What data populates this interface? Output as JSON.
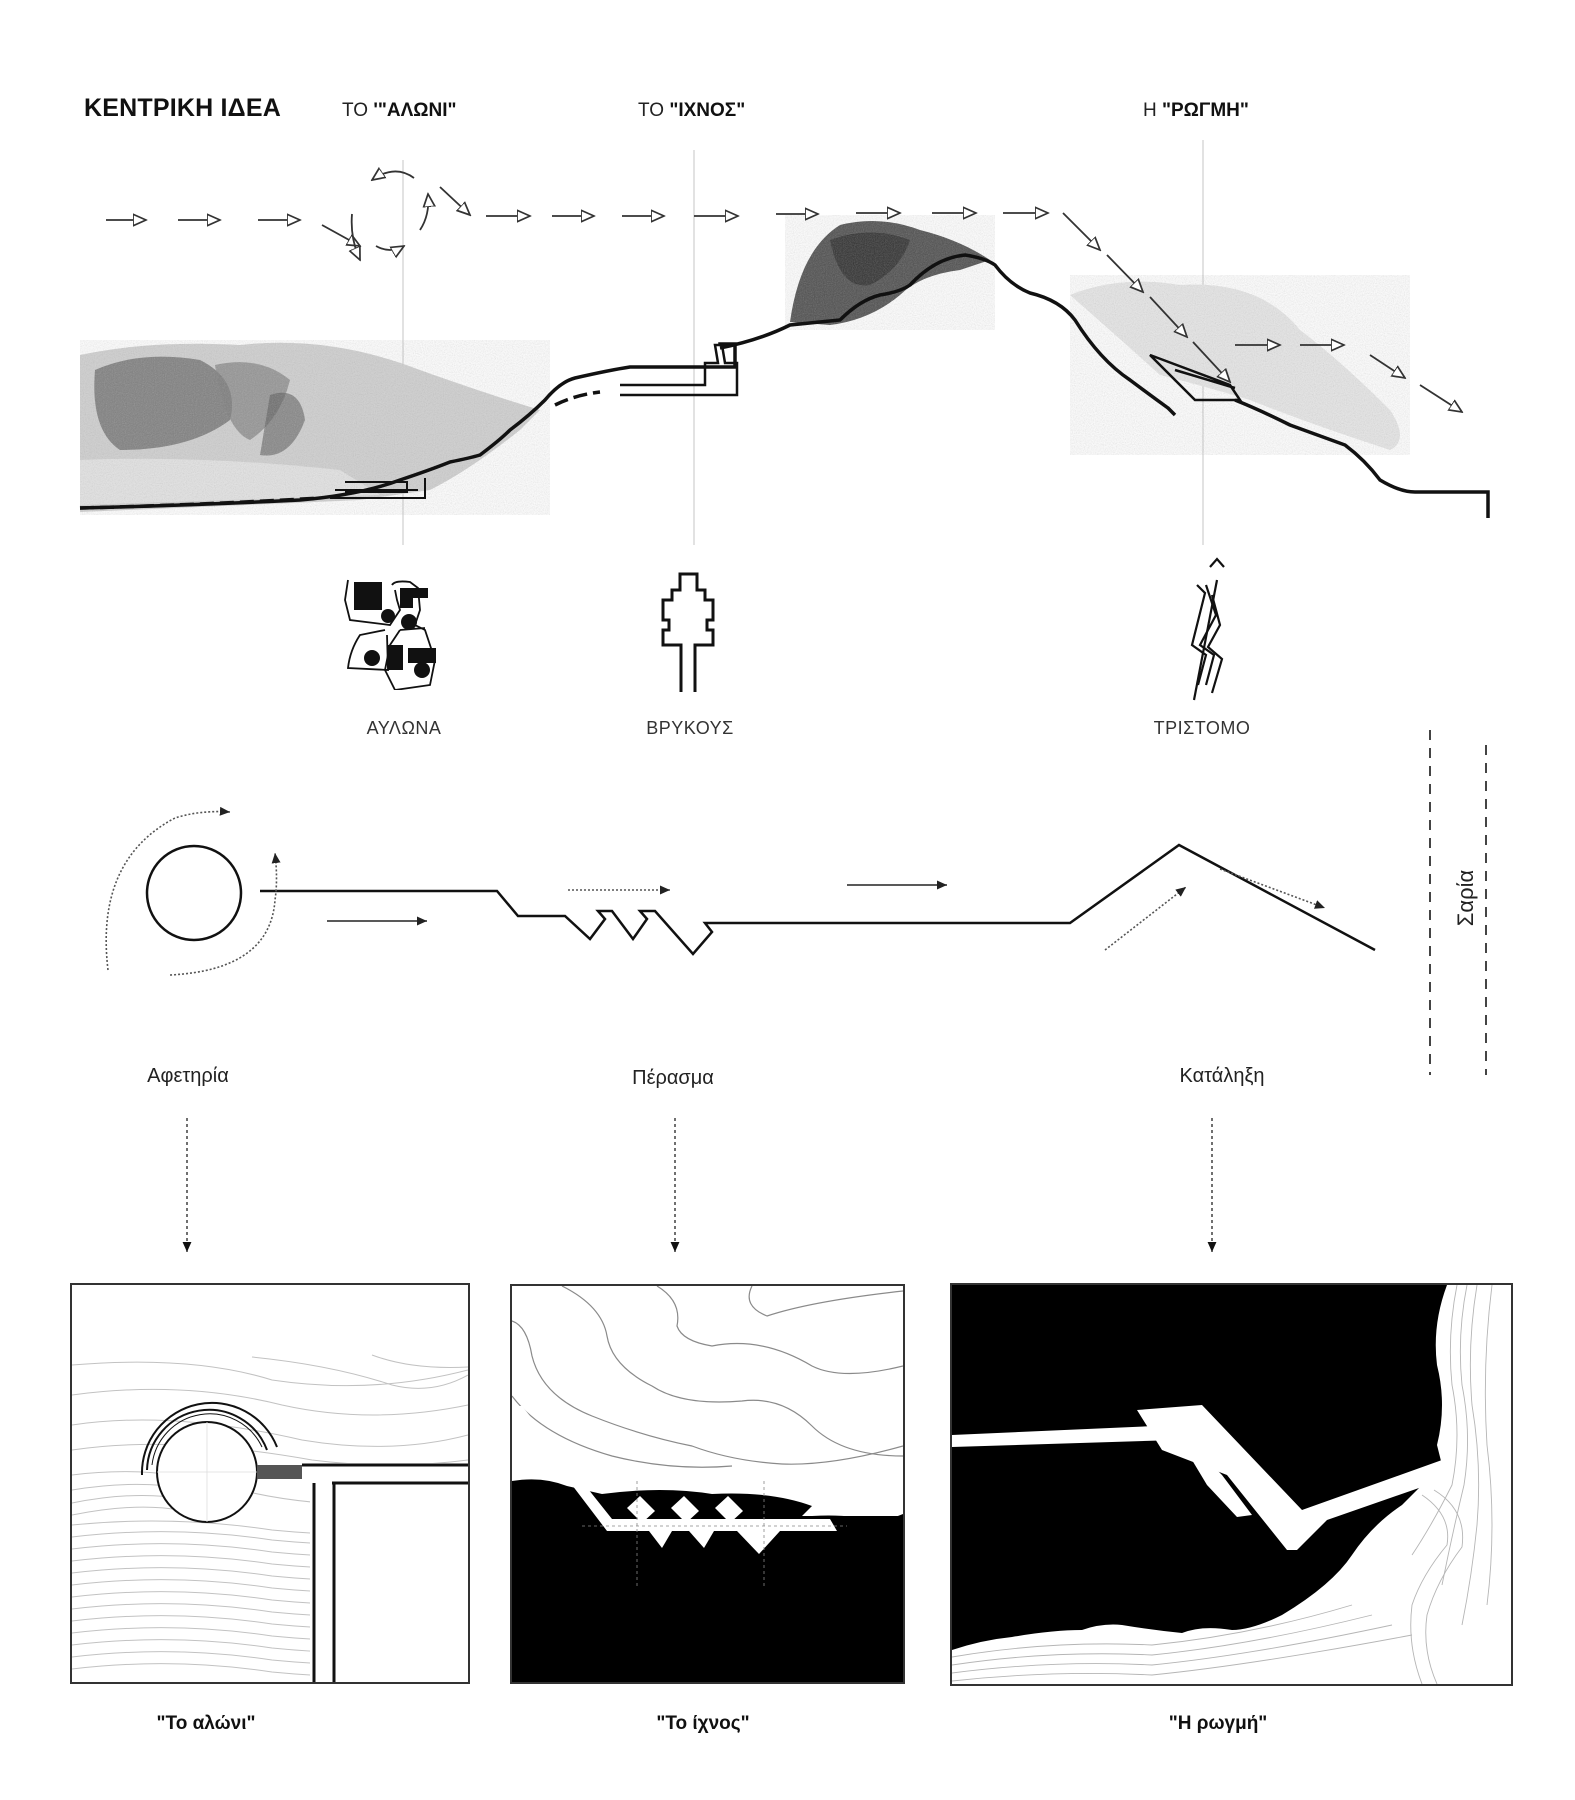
{
  "header": {
    "main_title": "ΚΕΝΤΡΙΚΗ ΙΔΕΑ",
    "concepts": [
      {
        "prefix": "ΤΟ ",
        "name": "'\"ΑΛΩΝΙ\""
      },
      {
        "prefix": "ΤΟ ",
        "name": "\"ΙΧΝΟΣ\""
      },
      {
        "prefix": "Η ",
        "name": "\"ΡΩΓΜΗ\""
      }
    ]
  },
  "places": [
    {
      "label": "ΑΥΛΩΝΑ",
      "icon": "settlement-plan-icon"
    },
    {
      "label": "ΒΡΥΚΟΥΣ",
      "icon": "stepped-tower-icon"
    },
    {
      "label": "ΤΡΙΣΤΟΜΟ",
      "icon": "crack-lightning-icon"
    }
  ],
  "river": {
    "label": "Σαρία"
  },
  "phases": [
    {
      "label": "Αφετηρία"
    },
    {
      "label": "Πέρασμα"
    },
    {
      "label": "Κατάληξη"
    }
  ],
  "panels": [
    {
      "caption": "\"Το αλώνι\"",
      "type": "circular-threshing-floor-plan"
    },
    {
      "caption": "\"Το ίχνος\"",
      "type": "footprint-path-plan"
    },
    {
      "caption": "\"Η ρωγμή\"",
      "type": "crack-path-plan"
    }
  ],
  "colors": {
    "ink": "#111111",
    "guide_line": "#bbbbbb",
    "contour": "#9a9a9a",
    "rock_dark": "#555555",
    "rock_light": "#d6d6d6",
    "background": "#ffffff"
  }
}
